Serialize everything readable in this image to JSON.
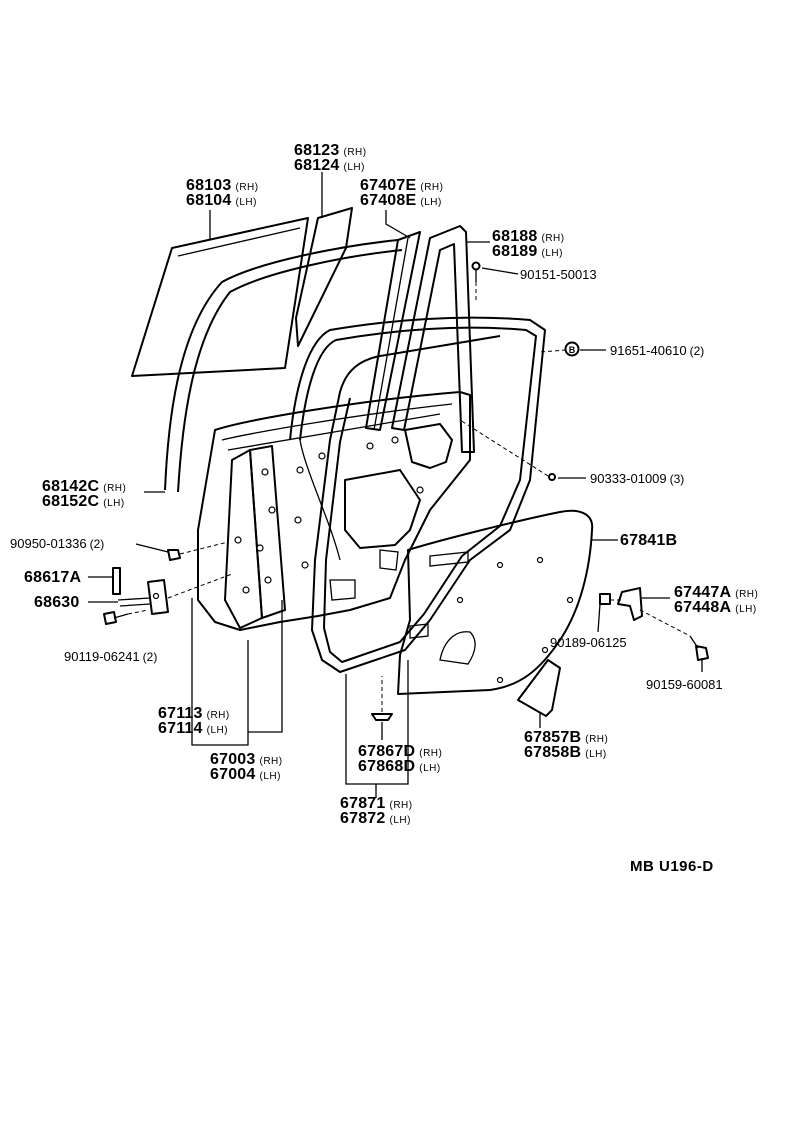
{
  "callouts": {
    "c68123": {
      "number": "68123",
      "side": "(RH)"
    },
    "c68124": {
      "number": "68124",
      "side": "(LH)"
    },
    "c68103": {
      "number": "68103",
      "side": "(RH)"
    },
    "c68104": {
      "number": "68104",
      "side": "(LH)"
    },
    "c67407e": {
      "number": "67407E",
      "side": "(RH)"
    },
    "c67408e": {
      "number": "67408E",
      "side": "(LH)"
    },
    "c68188": {
      "number": "68188",
      "side": "(RH)"
    },
    "c68189": {
      "number": "68189",
      "side": "(LH)"
    },
    "c90151": {
      "number": "90151-50013"
    },
    "c91651": {
      "number": "91651-40610",
      "qty": "(2)"
    },
    "c90333": {
      "number": "90333-01009",
      "qty": "(3)"
    },
    "c68142c": {
      "number": "68142C",
      "side": "(RH)"
    },
    "c68152c": {
      "number": "68152C",
      "side": "(LH)"
    },
    "c90950": {
      "number": "90950-01336",
      "qty": "(2)"
    },
    "c67841b": {
      "number": "67841B"
    },
    "c68617a": {
      "number": "68617A"
    },
    "c68630": {
      "number": "68630"
    },
    "c67447a": {
      "number": "67447A",
      "side": "(RH)"
    },
    "c67448a": {
      "number": "67448A",
      "side": "(LH)"
    },
    "c90189": {
      "number": "90189-06125"
    },
    "c90119": {
      "number": "90119-06241",
      "qty": "(2)"
    },
    "c90159": {
      "number": "90159-60081"
    },
    "c67113": {
      "number": "67113",
      "side": "(RH)"
    },
    "c67114": {
      "number": "67114",
      "side": "(LH)"
    },
    "c67857b": {
      "number": "67857B",
      "side": "(RH)"
    },
    "c67858b": {
      "number": "67858B",
      "side": "(LH)"
    },
    "c67003": {
      "number": "67003",
      "side": "(RH)"
    },
    "c67004": {
      "number": "67004",
      "side": "(LH)"
    },
    "c67867d": {
      "number": "67867D",
      "side": "(RH)"
    },
    "c67868d": {
      "number": "67868D",
      "side": "(LH)"
    },
    "c67871": {
      "number": "67871",
      "side": "(RH)"
    },
    "c67872": {
      "number": "67872",
      "side": "(LH)"
    }
  },
  "diagram_code": "MB  U196-D",
  "symbol_b": "B"
}
